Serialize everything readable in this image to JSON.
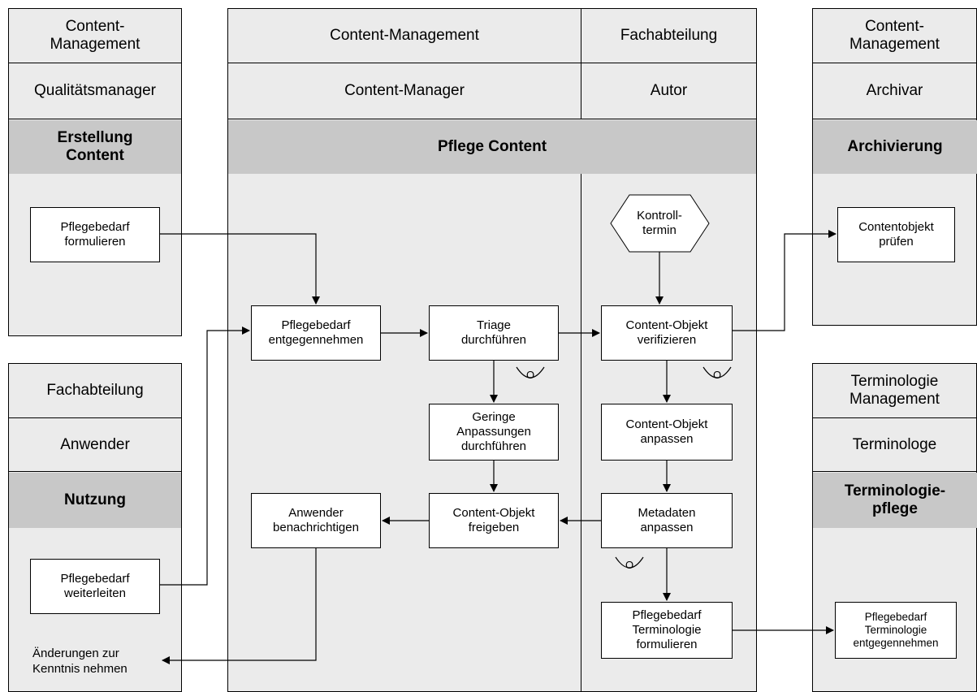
{
  "left_top": {
    "department": "Content-\nManagement",
    "role": "Qualitätsmanager",
    "phase": "Erstellung\nContent",
    "task": "Pflegebedarf\nformulieren"
  },
  "left_bottom": {
    "department": "Fachabteilung",
    "role": "Anwender",
    "phase": "Nutzung",
    "task": "Pflegebedarf\nweiterleiten",
    "note": "Änderungen zur\nKenntnis nehmen"
  },
  "center": {
    "department_left": "Content-Management",
    "department_right": "Fachabteilung",
    "role_left": "Content-Manager",
    "role_right": "Autor",
    "phase": "Pflege Content",
    "event": "Kontroll-\ntermin",
    "tasks": {
      "entgegennehmen": "Pflegebedarf\nentgegennehmen",
      "triage": "Triage\ndurchführen",
      "geringe": "Geringe\nAnpassungen\ndurchführen",
      "freigeben": "Content-Objekt\nfreigeben",
      "benachrichtigen": "Anwender\nbenachrichtigen",
      "verifizieren": "Content-Objekt\nverifizieren",
      "anpassen": "Content-Objekt\nanpassen",
      "metadaten": "Metadaten\nanpassen",
      "terminologie": "Pflegebedarf\nTerminologie\nformulieren"
    },
    "connector_symbol": "O"
  },
  "right_top": {
    "department": "Content-\nManagement",
    "role": "Archivar",
    "phase": "Archivierung",
    "task": "Contentobjekt\nprüfen"
  },
  "right_bottom": {
    "department": "Terminologie\nManagement",
    "role": "Terminologe",
    "phase": "Terminologie-\npflege",
    "task": "Pflegebedarf\nTerminologie\nentgegennehmen"
  },
  "colors": {
    "lane_fill": "#ebebeb",
    "phase_fill": "#c8c8c8",
    "task_fill": "#ffffff",
    "line": "#000000"
  }
}
